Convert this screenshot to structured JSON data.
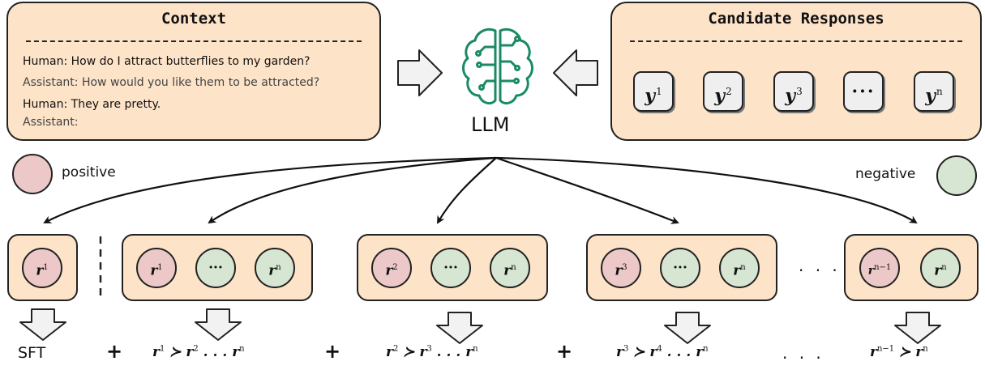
{
  "context": {
    "title": "Context",
    "lines": [
      "Human: How do I attract butterflies to my garden?",
      "Assistant: How would you like them to be attracted?",
      "Human: They are pretty.",
      "Assistant:"
    ]
  },
  "candidates": {
    "title": "Candidate Responses",
    "items": [
      {
        "base": "y",
        "sup": "1"
      },
      {
        "base": "y",
        "sup": "2"
      },
      {
        "base": "y",
        "sup": "3"
      },
      {
        "base": "···",
        "sup": ""
      },
      {
        "base": "y",
        "sup": "n"
      }
    ]
  },
  "llm": {
    "label": "LLM",
    "icon": "llm-brain-icon",
    "icon_color": "#1a8a66"
  },
  "legend": {
    "positive": {
      "label": "positive",
      "color": "#ecc8c8"
    },
    "negative": {
      "label": "negative",
      "color": "#d6e6d2"
    }
  },
  "groups": [
    {
      "circles": [
        {
          "base": "r",
          "sup": "1",
          "kind": "positive"
        }
      ]
    },
    {
      "circles": [
        {
          "base": "r",
          "sup": "1",
          "kind": "positive"
        },
        {
          "base": "···",
          "sup": "",
          "kind": "negative"
        },
        {
          "base": "r",
          "sup": "n",
          "kind": "negative"
        }
      ]
    },
    {
      "circles": [
        {
          "base": "r",
          "sup": "2",
          "kind": "positive"
        },
        {
          "base": "···",
          "sup": "",
          "kind": "negative"
        },
        {
          "base": "r",
          "sup": "n",
          "kind": "negative"
        }
      ]
    },
    {
      "circles": [
        {
          "base": "r",
          "sup": "3",
          "kind": "positive"
        },
        {
          "base": "···",
          "sup": "",
          "kind": "negative"
        },
        {
          "base": "r",
          "sup": "n",
          "kind": "negative"
        }
      ]
    },
    {
      "circles": [
        {
          "base": "r",
          "sup": "n−1",
          "kind": "positive"
        },
        {
          "base": "r",
          "sup": "n",
          "kind": "negative"
        }
      ]
    }
  ],
  "group_ellipsis": "· · ·",
  "bottom": {
    "sft": "SFT",
    "plus": "+",
    "ellipsis": "· · ·",
    "rankings": [
      {
        "a": "1",
        "b": "2",
        "rest": "n"
      },
      {
        "a": "2",
        "b": "3",
        "rest": "n"
      },
      {
        "a": "3",
        "b": "4",
        "rest": "n"
      },
      {
        "a": "n−1",
        "b": "n",
        "rest": ""
      }
    ]
  }
}
